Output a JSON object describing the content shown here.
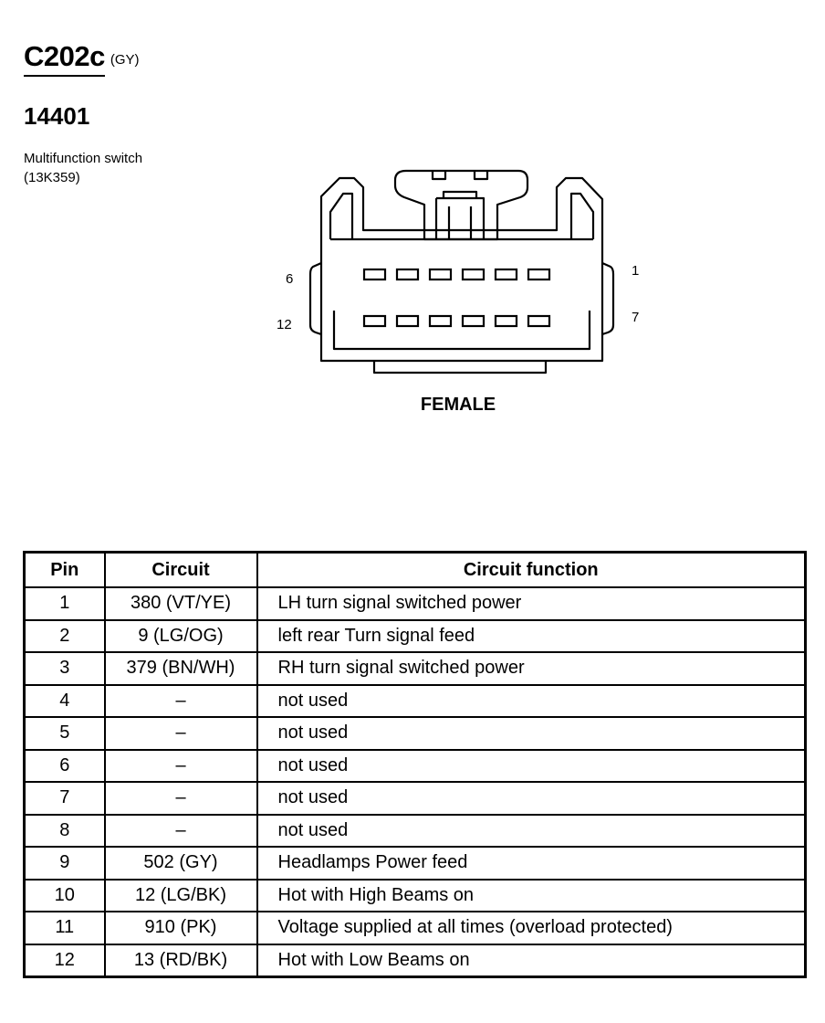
{
  "header": {
    "connector": "C202c",
    "connector_color": "(GY)",
    "part_number": "14401",
    "description_line1": "Multifunction switch",
    "description_line2": "(13K359)"
  },
  "diagram": {
    "label_top_left": "6",
    "label_bottom_left": "12",
    "label_top_right": "1",
    "label_bottom_right": "7",
    "gender": "FEMALE"
  },
  "table": {
    "headers": [
      "Pin",
      "Circuit",
      "Circuit function"
    ],
    "rows": [
      {
        "pin": "1",
        "circuit": "380 (VT/YE)",
        "function": "LH turn signal switched power"
      },
      {
        "pin": "2",
        "circuit": "9 (LG/OG)",
        "function": "left rear Turn signal feed"
      },
      {
        "pin": "3",
        "circuit": "379 (BN/WH)",
        "function": "RH turn signal switched power"
      },
      {
        "pin": "4",
        "circuit": "–",
        "function": "not used"
      },
      {
        "pin": "5",
        "circuit": "–",
        "function": "not used"
      },
      {
        "pin": "6",
        "circuit": "–",
        "function": "not used"
      },
      {
        "pin": "7",
        "circuit": "–",
        "function": "not used"
      },
      {
        "pin": "8",
        "circuit": "–",
        "function": "not used"
      },
      {
        "pin": "9",
        "circuit": "502 (GY)",
        "function": "Headlamps Power feed"
      },
      {
        "pin": "10",
        "circuit": "12 (LG/BK)",
        "function": "Hot with High Beams on"
      },
      {
        "pin": "11",
        "circuit": "910 (PK)",
        "function": "Voltage supplied at all times (overload protected)"
      },
      {
        "pin": "12",
        "circuit": "13 (RD/BK)",
        "function": "Hot with Low Beams on"
      }
    ]
  }
}
